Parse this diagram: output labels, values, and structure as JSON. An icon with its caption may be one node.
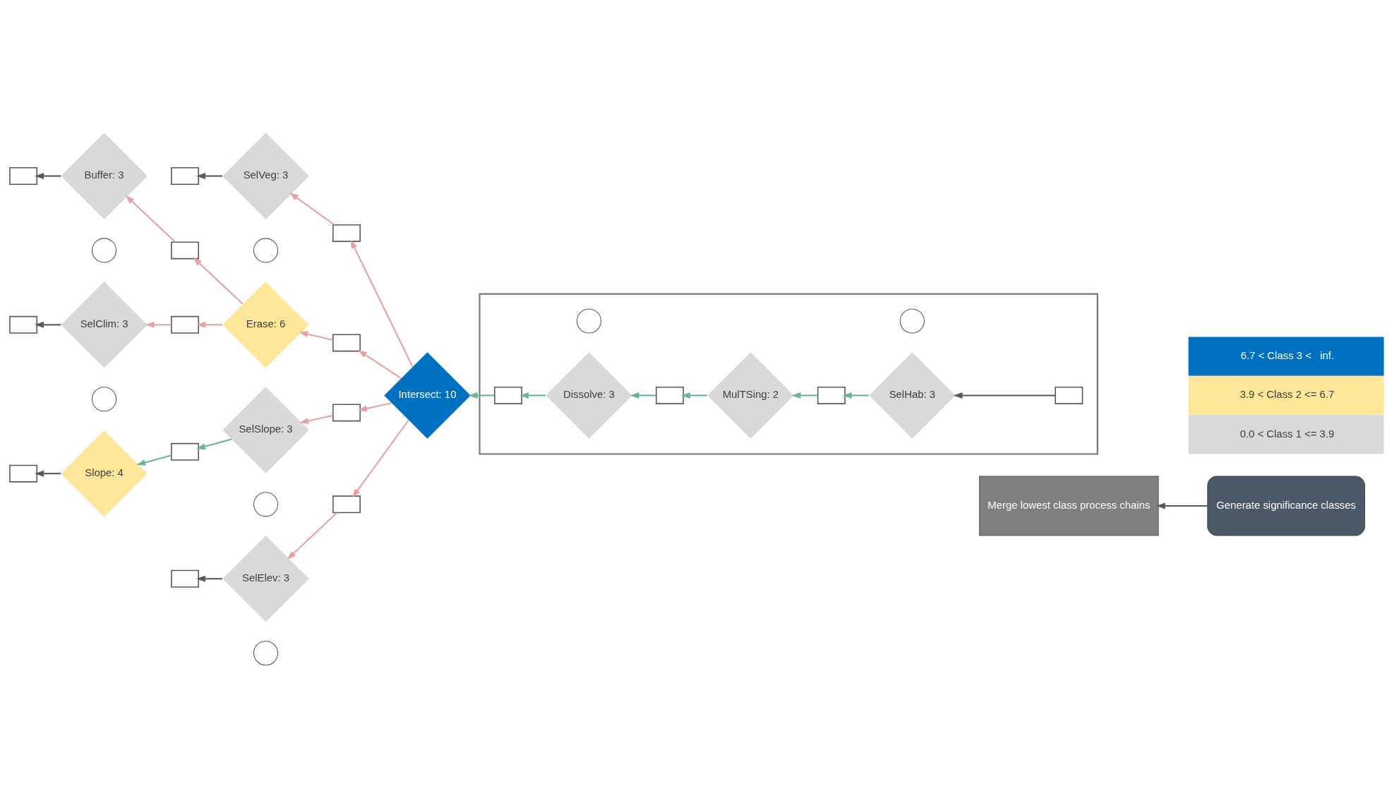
{
  "diagram": {
    "nodes": [
      {
        "text": [
          "Generate significance classes"
        ]
      },
      {
        "text": [
          "Merge lowest class process chains"
        ]
      },
      {
        "text": [],
        "shape": "circle"
      },
      {
        "text": [
          "SelVeg: 3"
        ]
      },
      {
        "text": [],
        "shape": "box"
      },
      {
        "text": [],
        "shape": "box"
      },
      {
        "text": [],
        "shape": "circle"
      },
      {
        "text": [
          "Buffer: 3"
        ]
      },
      {
        "text": [],
        "shape": "box"
      },
      {
        "text": [],
        "shape": "box"
      },
      {
        "text": [
          "Erase: 6"
        ]
      },
      {
        "text": [],
        "shape": "box"
      },
      {
        "text": [],
        "shape": "circle"
      },
      {
        "text": [
          "SelClim: 3"
        ]
      },
      {
        "text": [],
        "shape": "box"
      },
      {
        "text": [],
        "shape": "box"
      },
      {
        "text": [],
        "shape": "circle"
      },
      {
        "text": [
          "SelSlope: 3"
        ]
      },
      {
        "text": [],
        "shape": "box"
      },
      {
        "text": [
          "Slope: 4"
        ]
      },
      {
        "text": [],
        "shape": "box"
      },
      {
        "text": [],
        "shape": "box"
      },
      {
        "text": [],
        "shape": "circle"
      },
      {
        "text": [
          "SelElev: 3"
        ]
      },
      {
        "text": [],
        "shape": "box"
      },
      {
        "text": [],
        "shape": "box"
      },
      {
        "text": [
          "Intersect: 10"
        ]
      },
      {
        "text": [],
        "shape": "box"
      },
      {
        "text": [],
        "shape": "box",
        "in": 27
      },
      {
        "text": [],
        "shape": "circle",
        "in": 27
      },
      {
        "text": [
          "Dissolve: 3"
        ],
        "in": 27
      },
      {
        "text": [],
        "shape": "box",
        "in": 27
      },
      {
        "text": [
          "MulTSing: 2"
        ],
        "in": 27
      },
      {
        "text": [],
        "shape": "box",
        "in": 27
      },
      {
        "text": [],
        "shape": "circle",
        "in": 27
      },
      {
        "text": [
          "SelHab: 3"
        ],
        "in": 27
      },
      {
        "text": [],
        "shape": "box",
        "in": 27
      }
    ],
    "edges": [
      {
        "from": 0,
        "to": 1,
        "arrow": "to",
        "color": "#595959"
      },
      {
        "from": 26,
        "to": 5,
        "arrow": "to"
      },
      {
        "from": 5,
        "to": 3,
        "arrow": "to"
      },
      {
        "from": 3,
        "to": 4,
        "arrow": "to",
        "color": "#595959"
      },
      {
        "from": 26,
        "to": 11,
        "arrow": "to"
      },
      {
        "from": 11,
        "to": 10,
        "arrow": "to"
      },
      {
        "from": 10,
        "to": 9,
        "arrow": "to"
      },
      {
        "from": 10,
        "to": 15,
        "arrow": "to"
      },
      {
        "from": 9,
        "to": 7,
        "arrow": "to"
      },
      {
        "from": 15,
        "to": 13,
        "arrow": "to"
      },
      {
        "from": 7,
        "to": 8,
        "arrow": "to",
        "color": "#595959"
      },
      {
        "from": 13,
        "to": 14,
        "arrow": "to",
        "color": "#595959"
      },
      {
        "from": 26,
        "to": 18,
        "arrow": "to"
      },
      {
        "from": 18,
        "to": 17,
        "arrow": "to"
      },
      {
        "from": 17,
        "to": 21,
        "arrow": "to",
        "color": "#6bb39b"
      },
      {
        "from": 21,
        "to": 19,
        "arrow": "to",
        "color": "#6bb39b"
      },
      {
        "from": 19,
        "to": 20,
        "arrow": "to",
        "color": "#595959"
      },
      {
        "from": 26,
        "to": 25,
        "arrow": "to"
      },
      {
        "from": 25,
        "to": 23,
        "arrow": "to"
      },
      {
        "from": 23,
        "to": 24,
        "arrow": "to",
        "color": "#595959"
      },
      {
        "from": 28,
        "to": 26,
        "arrow": "to",
        "color": "#6bb39b"
      },
      {
        "from": 30,
        "to": 28,
        "arrow": "to",
        "color": "#6bb39b"
      },
      {
        "from": 31,
        "to": 30,
        "arrow": "to",
        "color": "#6bb39b"
      },
      {
        "from": 32,
        "to": 31,
        "arrow": "to",
        "color": "#6bb39b"
      },
      {
        "from": 33,
        "to": 32,
        "arrow": "to",
        "color": "#6bb39b"
      },
      {
        "from": 35,
        "to": 33,
        "arrow": "to",
        "color": "#6bb39b"
      },
      {
        "from": 36,
        "to": 35,
        "arrow": "to",
        "color": "#595959"
      }
    ],
    "legend": [
      {
        "text": "6.7 < Class 3 <   inf.",
        "color": "#0070c0"
      },
      {
        "text": "3.9 < Class 2 <= 6.7",
        "color": "#ffe699"
      },
      {
        "text": "0.0 < Class 1 <= 3.9",
        "color": "#d9d9d9"
      }
    ]
  }
}
